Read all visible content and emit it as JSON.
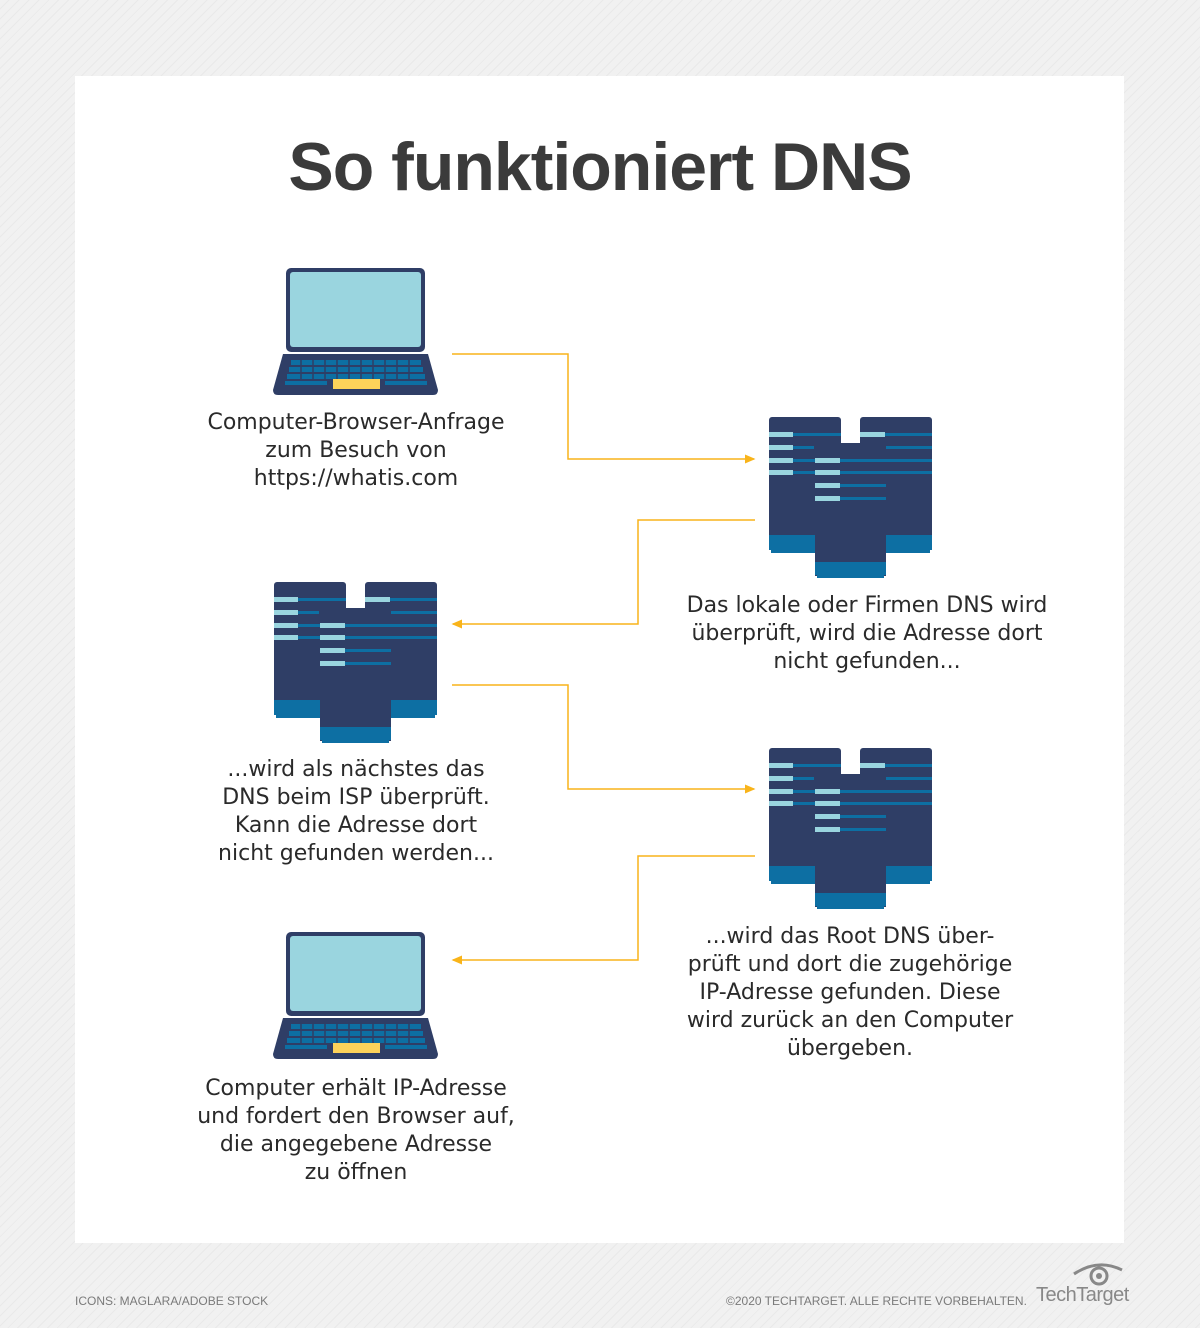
{
  "title": "So funktioniert DNS",
  "steps": [
    {
      "text": "Computer-Browser-Anfrage\nzum Besuch von\nhttps://whatis.com"
    },
    {
      "text": "Das lokale oder Firmen DNS wird\nüberprüft, wird die Adresse dort\nnicht gefunden..."
    },
    {
      "text": "...wird als nächstes das\nDNS beim ISP überprüft.\nKann die Adresse dort\nnicht gefunden werden..."
    },
    {
      "text": "...wird das Root DNS über-\nprüft und dort die zugehörige\nIP-Adresse gefunden. Diese\nwird zurück an den Computer\nübergeben."
    },
    {
      "text": "Computer erhält IP-Adresse\nund fordert den Browser auf,\ndie angegebene Adresse\nzu öffnen"
    }
  ],
  "footer": {
    "credit": "ICONS: MAGLARA/ADOBE STOCK",
    "copyright": "©2020 TECHTARGET. ALLE RECHTE VORBEHALTEN.",
    "logo": "TechTarget"
  },
  "colors": {
    "dark": "#2f3e66",
    "blue": "#0d6fa3",
    "light": "#9ad5df",
    "yellow": "#fdd35a",
    "arrow": "#f9b41a"
  }
}
